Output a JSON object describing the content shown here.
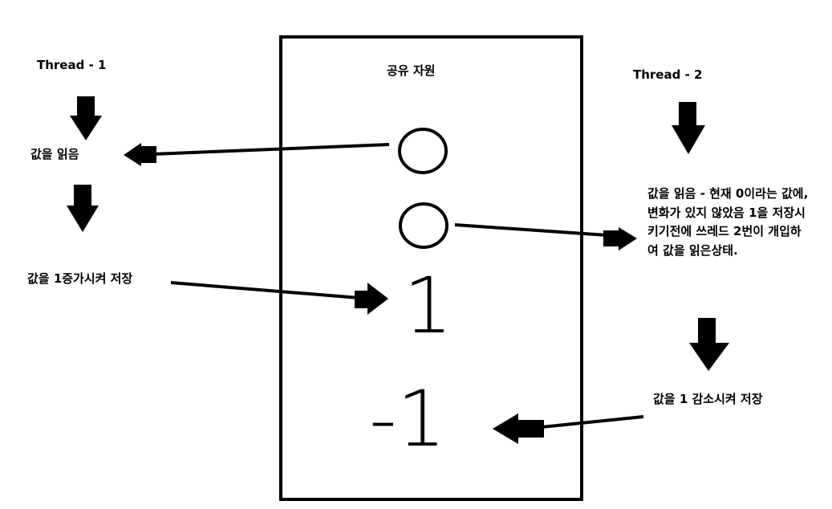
{
  "diagram": {
    "thread1": {
      "title": "Thread - 1",
      "read_value": "값을 읽음",
      "increment": "값을 1증가시켜 저장"
    },
    "thread2": {
      "title": "Thread - 2",
      "read_value": "값을 읽음 - 현재 0이라는 값에, 변화가 있지 않았음 1을 저장시키기전에 쓰레드 2번이 개입하여 값을 읽은상태.",
      "decrement": "값을 1 감소시켜 저장"
    },
    "shared_resource": {
      "title": "공유 자원",
      "value_after_increment": "1",
      "value_after_decrement": "-1"
    }
  }
}
